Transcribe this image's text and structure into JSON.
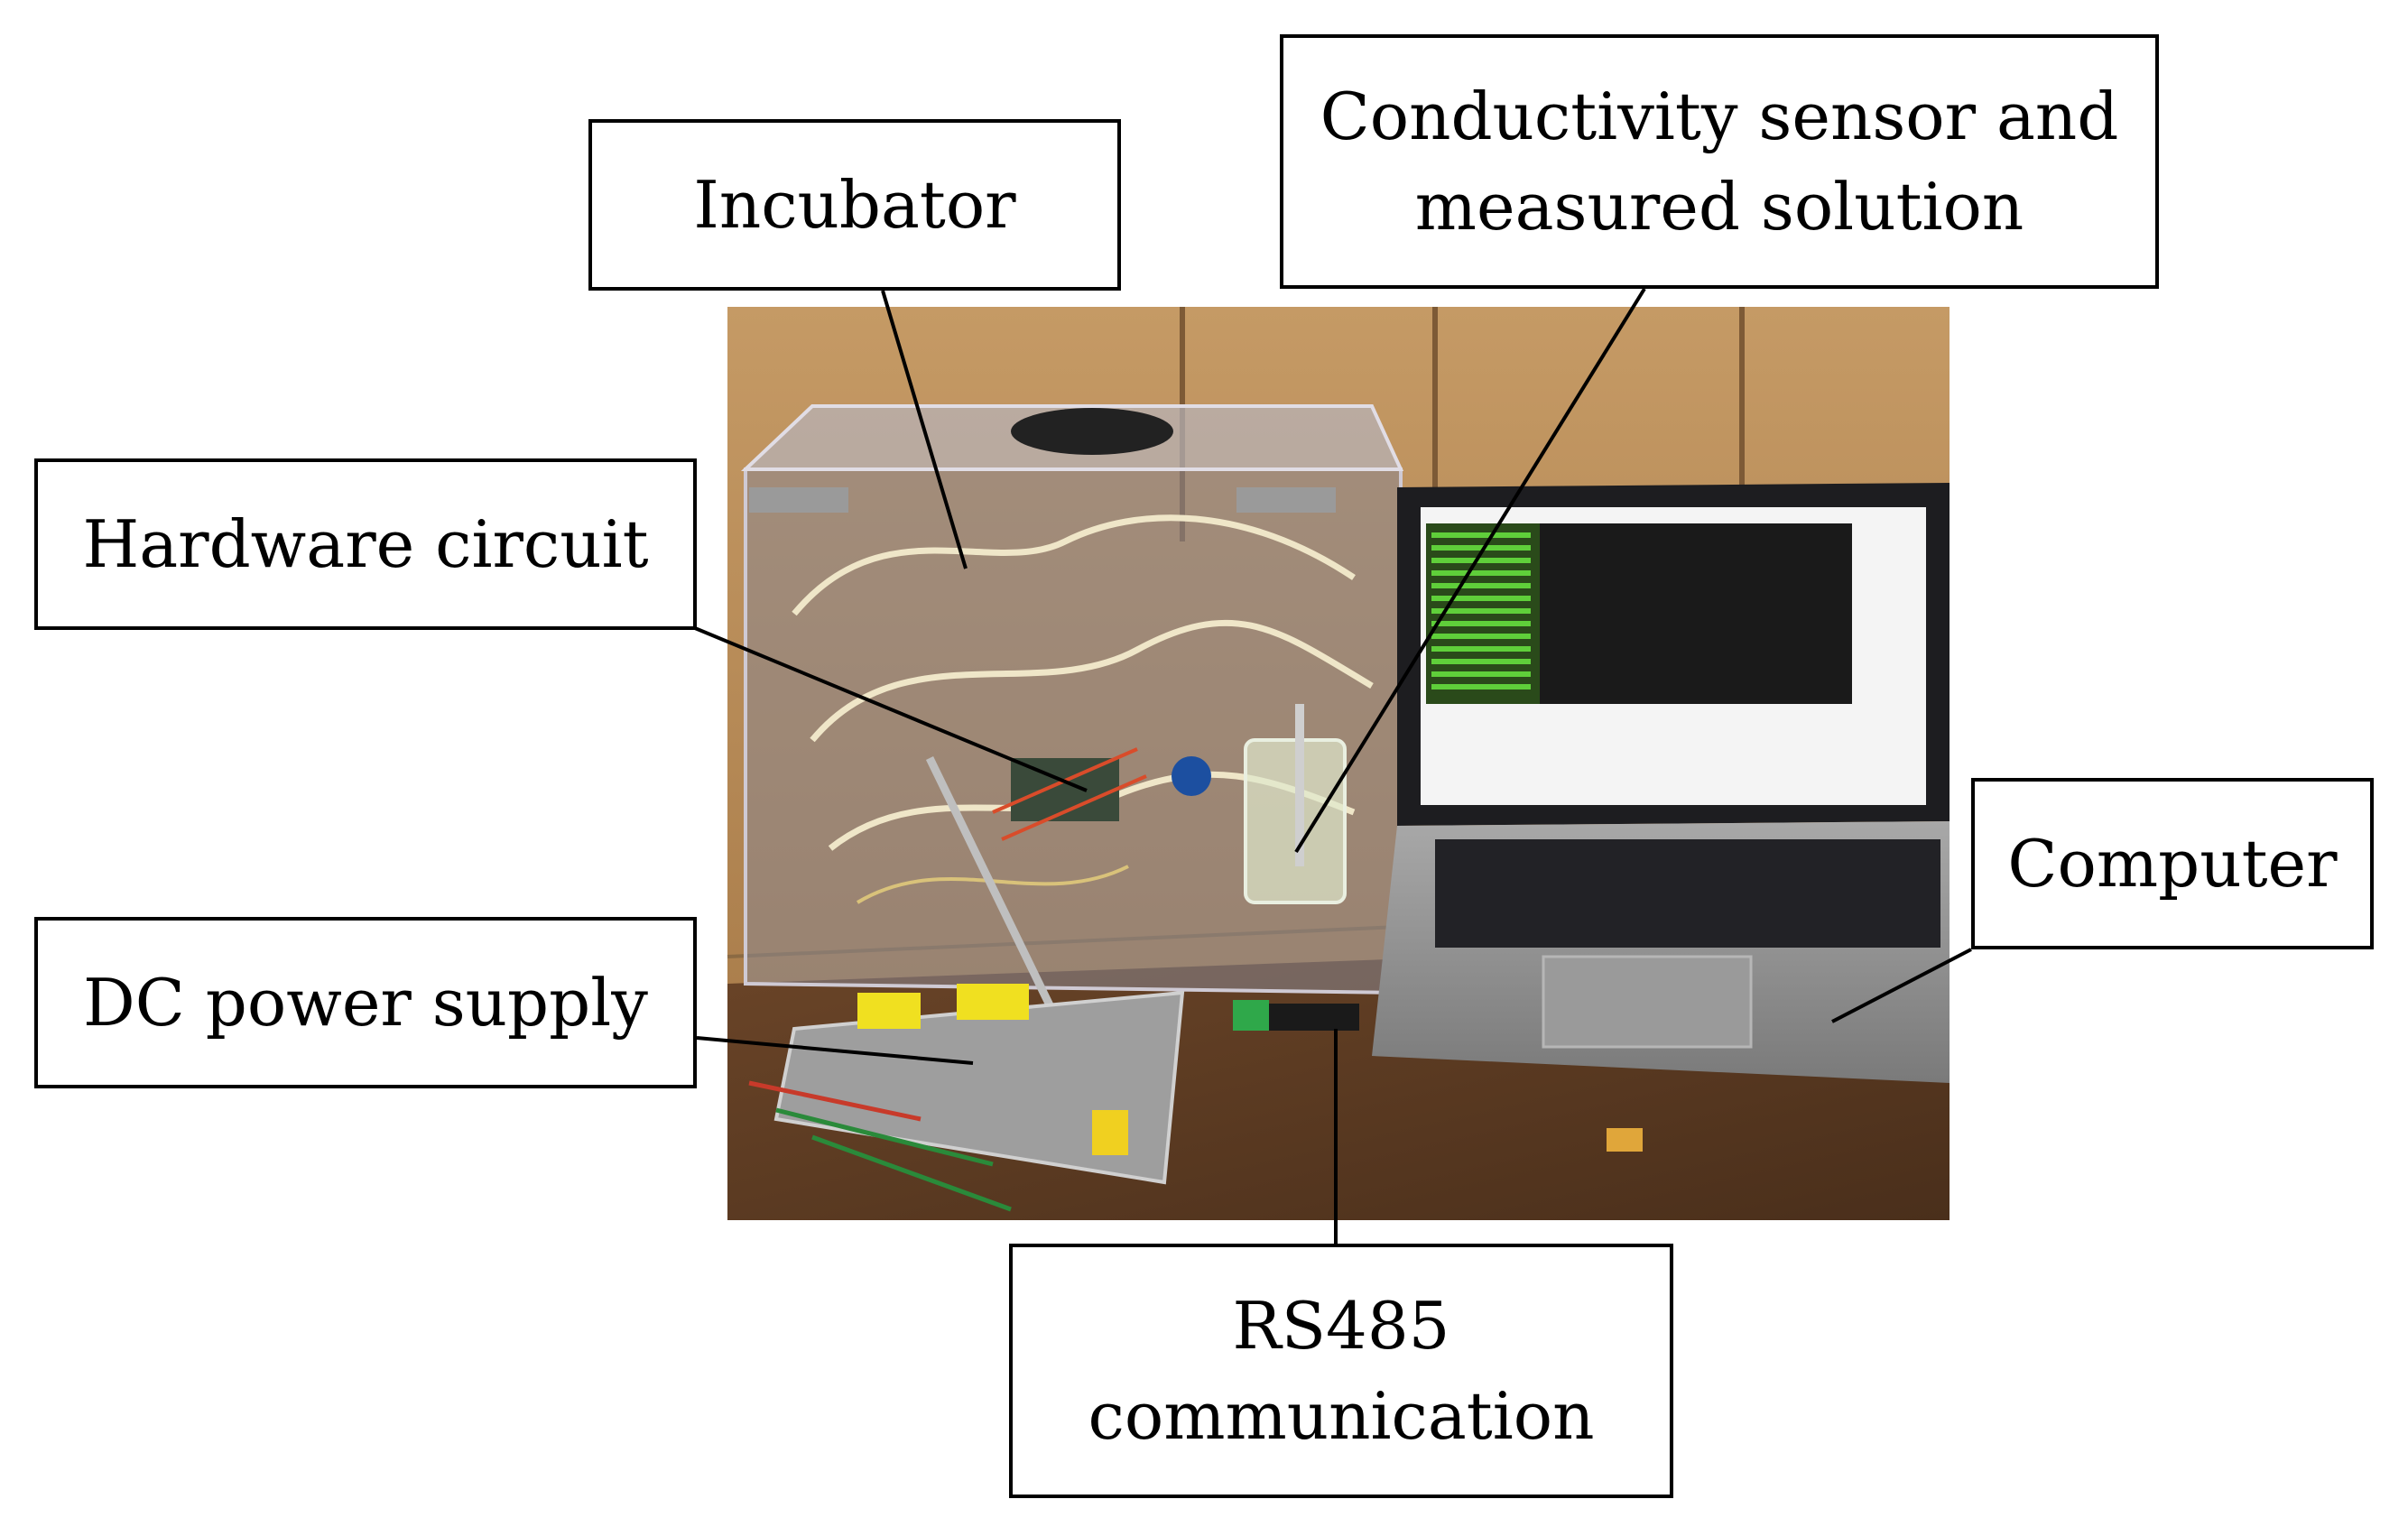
{
  "labels": {
    "incubator": "Incubator",
    "conductivity_line1": "Conductivity sensor and",
    "conductivity_line2": "measured solution",
    "hardware": "Hardware circuit",
    "dcpower": "DC power supply",
    "computer": "Computer",
    "rs485_line1": "RS485",
    "rs485_line2": "communication"
  },
  "colors": {
    "wall": "#b98c5a",
    "desk": "#5b3a22",
    "laptop_body": "#8f8f8f",
    "screen_green": "#5fcf3a",
    "box_border": "#000000"
  }
}
